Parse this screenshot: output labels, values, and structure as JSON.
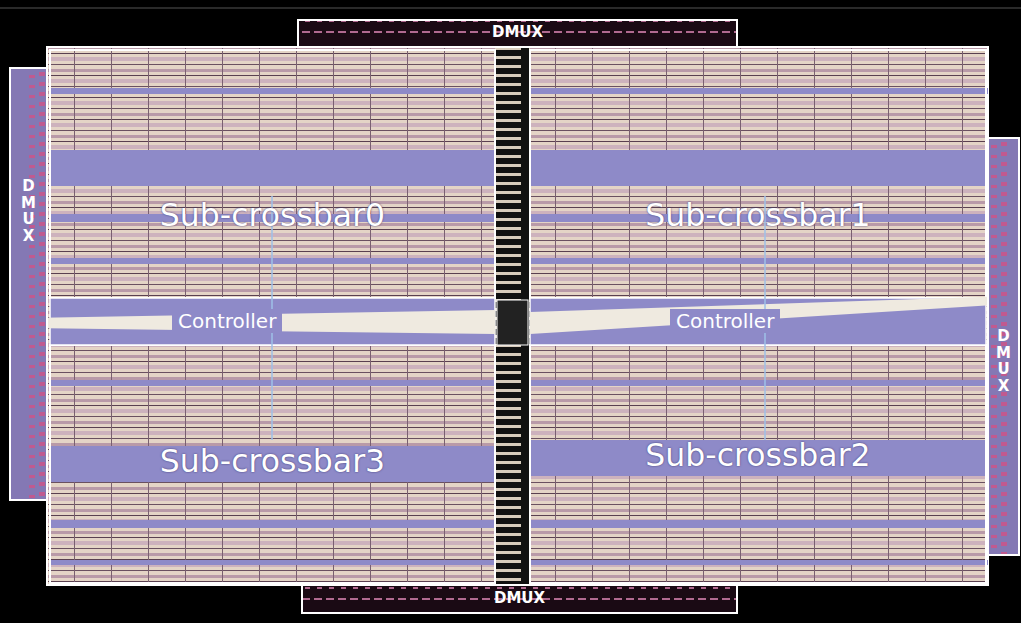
{
  "diagram": {
    "nodes": [
      {
        "text": [
          "DMUX"
        ]
      },
      {
        "text": [
          "DMUX"
        ]
      },
      {
        "text": [
          "Sub-crossbar0"
        ]
      },
      {
        "text": [
          "Sub-crossbar1"
        ]
      },
      {
        "text": [
          "DMUX"
        ]
      },
      {
        "text": [
          "Controller"
        ]
      },
      {
        "text": [
          "Controller"
        ]
      },
      {
        "text": [
          "Sub-crossbar3"
        ]
      },
      {
        "text": [
          "Sub-crossbar2"
        ]
      },
      {
        "text": [
          "DMUX"
        ]
      }
    ]
  }
}
